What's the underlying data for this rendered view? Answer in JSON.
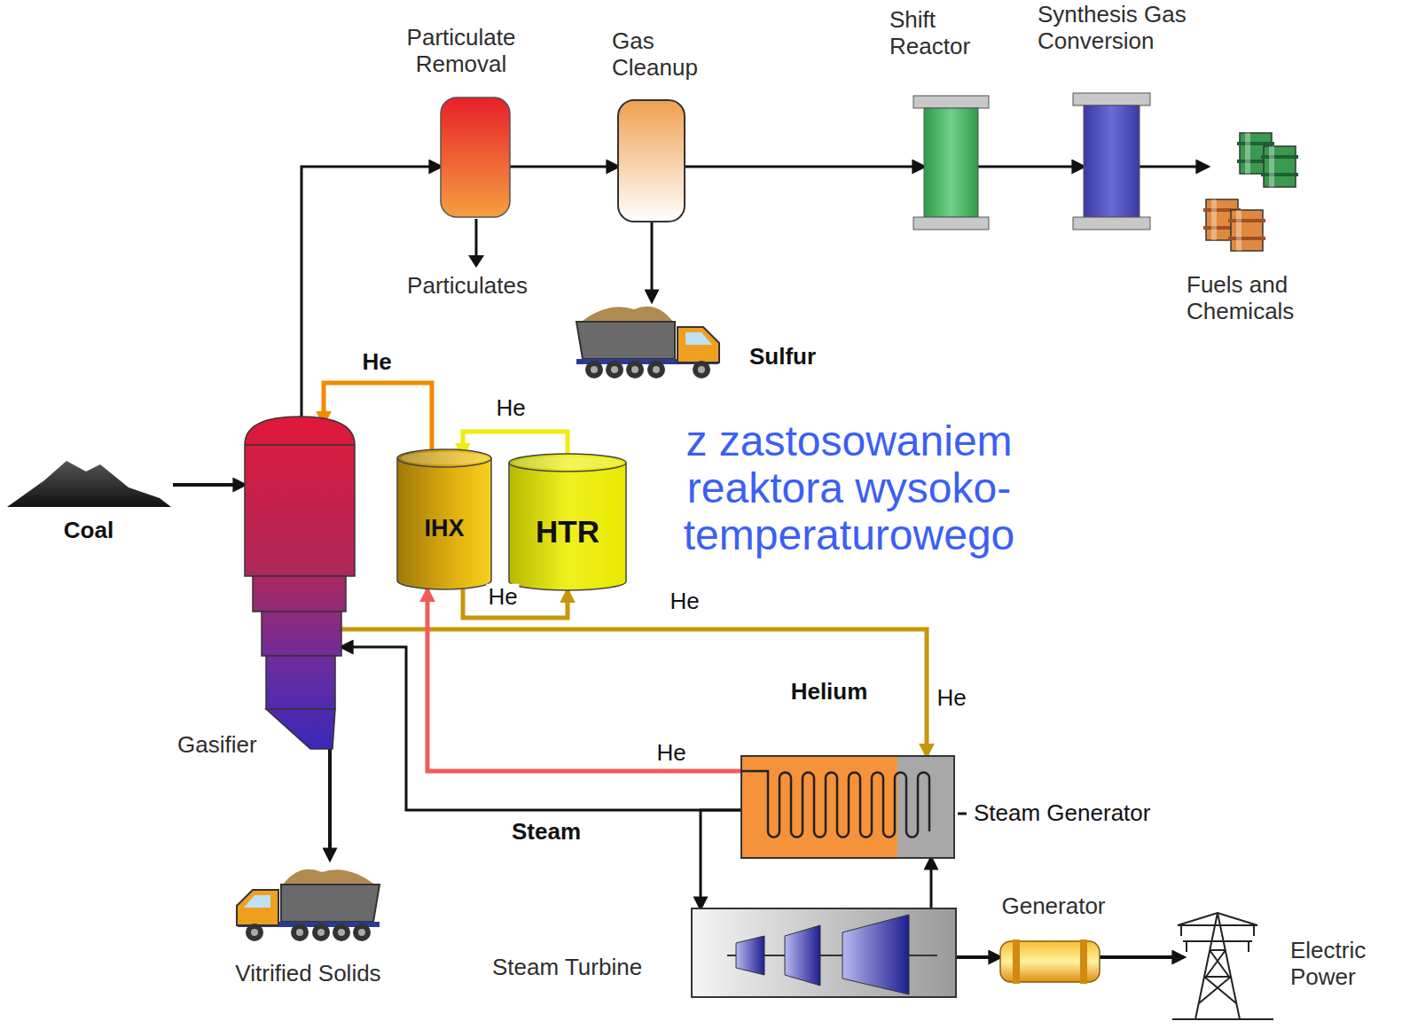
{
  "diagram": {
    "nodes": [
      {
        "text": [
          "Particulate Removal"
        ]
      },
      {
        "text": [
          "Gas Cleanup"
        ]
      },
      {
        "text": [
          "Shift Reactor"
        ]
      },
      {
        "text": [
          "Synthesis Gas Conversion"
        ]
      },
      {
        "text": [
          "Fuels and Chemicals"
        ]
      },
      {
        "text": [
          "Sulfur"
        ]
      },
      {
        "text": [
          "Coal"
        ]
      },
      {
        "text": [
          "Gasifier"
        ]
      },
      {
        "text": [
          "IHX"
        ]
      },
      {
        "text": [
          "HTR"
        ]
      },
      {
        "text": [
          "Steam Generator"
        ]
      },
      {
        "text": [
          "Vitrified Solids"
        ]
      },
      {
        "text": [
          "Steam Turbine"
        ]
      },
      {
        "text": [
          "Generator"
        ]
      },
      {
        "text": [
          "Electric Power"
        ]
      }
    ],
    "edges": [
      {
        "from": 7,
        "to": 0,
        "arrow": "to"
      },
      {
        "from": 0,
        "to": 1,
        "arrow": "to"
      },
      {
        "from": 1,
        "to": 2,
        "arrow": "to"
      },
      {
        "from": 2,
        "to": 3,
        "arrow": "to"
      },
      {
        "from": 3,
        "to": 4,
        "arrow": "to"
      },
      {
        "from": 1,
        "to": 5,
        "arrow": "to"
      },
      {
        "from": 6,
        "to": 7,
        "arrow": "to"
      },
      {
        "from": 8,
        "to": 7,
        "label": "He",
        "arrow": "to"
      },
      {
        "from": 9,
        "to": 8,
        "label": "He",
        "arrow": "to"
      },
      {
        "from": 8,
        "to": 9,
        "label": "He",
        "arrow": "to"
      },
      {
        "from": 7,
        "to": 10,
        "label": "He",
        "arrow": "to"
      },
      {
        "from": 10,
        "to": 8,
        "label": "He",
        "arrow": "to"
      },
      {
        "from": 10,
        "to": 7,
        "label": "Steam",
        "arrow": "to"
      },
      {
        "from": 10,
        "to": 12,
        "arrow": "to"
      },
      {
        "from": 12,
        "to": 10,
        "arrow": "to"
      },
      {
        "from": 12,
        "to": 13,
        "arrow": "to"
      },
      {
        "from": 13,
        "to": 14,
        "arrow": "to"
      },
      {
        "from": 7,
        "to": 11,
        "arrow": "to"
      }
    ],
    "labels": [
      "Particulates",
      "z zastosowaniem reaktora wysoko- temperaturowego",
      "Helium",
      "He"
    ]
  }
}
